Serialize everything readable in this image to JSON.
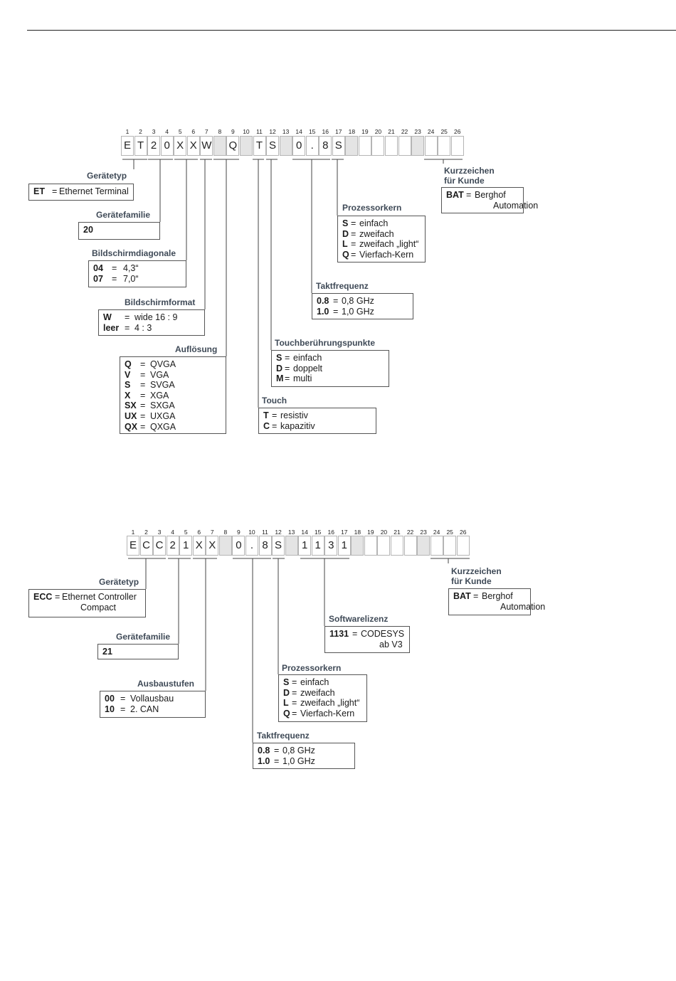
{
  "diagram1": {
    "codes": [
      "E",
      "T",
      "2",
      "0",
      "X",
      "X",
      "W",
      "",
      "Q",
      "",
      "T",
      "S",
      "",
      "0",
      ".",
      "8",
      "S",
      "",
      "",
      "",
      "",
      "",
      "",
      "",
      "",
      ""
    ],
    "boxes": {
      "geraetetyp": {
        "title": "Gerätetyp",
        "rows": [
          {
            "k": "ET",
            "eq": "=",
            "v": "Ethernet Terminal"
          }
        ]
      },
      "geraetefamilie": {
        "title": "Gerätefamilie",
        "rows": [
          {
            "k": "20",
            "eq": "",
            "v": ""
          }
        ]
      },
      "diagonale": {
        "title": "Bildschirmdiagonale",
        "rows": [
          {
            "k": "04",
            "eq": "=",
            "v": "4,3“"
          },
          {
            "k": "07",
            "eq": "=",
            "v": "7,0“"
          }
        ]
      },
      "format": {
        "title": "Bildschirmformat",
        "rows": [
          {
            "k": "W",
            "eq": "=",
            "v": "wide 16 : 9"
          },
          {
            "k": "leer",
            "eq": "=",
            "v": "4 : 3"
          }
        ]
      },
      "aufloesung": {
        "title": "Auflösung",
        "rows": [
          {
            "k": "Q",
            "eq": "=",
            "v": "QVGA"
          },
          {
            "k": "V",
            "eq": "=",
            "v": "VGA"
          },
          {
            "k": "S",
            "eq": "=",
            "v": "SVGA"
          },
          {
            "k": "X",
            "eq": "=",
            "v": "XGA"
          },
          {
            "k": "SX",
            "eq": "=",
            "v": "SXGA"
          },
          {
            "k": "UX",
            "eq": "=",
            "v": "UXGA"
          },
          {
            "k": "QX",
            "eq": "=",
            "v": "QXGA"
          }
        ]
      },
      "touch": {
        "title": "Touch",
        "rows": [
          {
            "k": "T",
            "eq": "=",
            "v": "resistiv"
          },
          {
            "k": "C",
            "eq": "=",
            "v": "kapazitiv"
          }
        ]
      },
      "touchpunkte": {
        "title": "Touchberührungspunkte",
        "rows": [
          {
            "k": "S",
            "eq": "=",
            "v": "einfach"
          },
          {
            "k": "D",
            "eq": "=",
            "v": "doppelt"
          },
          {
            "k": "M",
            "eq": "=",
            "v": "multi"
          }
        ]
      },
      "takt": {
        "title": "Taktfrequenz",
        "rows": [
          {
            "k": "0.8",
            "eq": "=",
            "v": "0,8 GHz"
          },
          {
            "k": "1.0",
            "eq": "=",
            "v": "1,0 GHz"
          }
        ]
      },
      "prozessor": {
        "title": "Prozessorkern",
        "rows": [
          {
            "k": "S",
            "eq": "=",
            "v": "einfach"
          },
          {
            "k": "D",
            "eq": "=",
            "v": "zweifach"
          },
          {
            "k": "L",
            "eq": "=",
            "v": "zweifach „light“"
          },
          {
            "k": "Q",
            "eq": "=",
            "v": "Vierfach-Kern"
          }
        ]
      },
      "kunde": {
        "title1": "Kurzzeichen",
        "title2": "für Kunde",
        "rows": [
          {
            "k": "BAT",
            "eq": "=",
            "v": "Berghof"
          },
          {
            "k": "",
            "eq": "",
            "v": "Automation"
          }
        ]
      }
    }
  },
  "diagram2": {
    "codes": [
      "E",
      "C",
      "C",
      "2",
      "1",
      "X",
      "X",
      "",
      "0",
      ".",
      "8",
      "S",
      "",
      "1",
      "1",
      "3",
      "1",
      "",
      "",
      "",
      "",
      "",
      "",
      "",
      "",
      ""
    ],
    "boxes": {
      "geraetetyp": {
        "title": "Gerätetyp",
        "rows": [
          {
            "k": "ECC",
            "eq": "=",
            "v": "Ethernet Controller"
          },
          {
            "k": "",
            "eq": "",
            "v": "Compact"
          }
        ]
      },
      "geraetefamilie": {
        "title": "Gerätefamilie",
        "rows": [
          {
            "k": "21",
            "eq": "",
            "v": ""
          }
        ]
      },
      "ausbau": {
        "title": "Ausbaustufen",
        "rows": [
          {
            "k": "00",
            "eq": "=",
            "v": "Vollausbau"
          },
          {
            "k": "10",
            "eq": "=",
            "v": "2. CAN"
          }
        ]
      },
      "takt": {
        "title": "Taktfrequenz",
        "rows": [
          {
            "k": "0.8",
            "eq": "=",
            "v": "0,8 GHz"
          },
          {
            "k": "1.0",
            "eq": "=",
            "v": "1,0 GHz"
          }
        ]
      },
      "prozessor": {
        "title": "Prozessorkern",
        "rows": [
          {
            "k": "S",
            "eq": "=",
            "v": "einfach"
          },
          {
            "k": "D",
            "eq": "=",
            "v": "zweifach"
          },
          {
            "k": "L",
            "eq": "=",
            "v": "zweifach „light“"
          },
          {
            "k": "Q",
            "eq": "=",
            "v": "Vierfach-Kern"
          }
        ]
      },
      "lizenz": {
        "title": "Softwarelizenz",
        "rows": [
          {
            "k": "1131",
            "eq": "=",
            "v": "CODESYS"
          },
          {
            "k": "",
            "eq": "",
            "v": "ab V3"
          }
        ]
      },
      "kunde": {
        "title1": "Kurzzeichen",
        "title2": "für Kunde",
        "rows": [
          {
            "k": "BAT",
            "eq": "=",
            "v": "Berghof"
          },
          {
            "k": "",
            "eq": "",
            "v": "Automation"
          }
        ]
      }
    }
  },
  "indices": [
    "1",
    "2",
    "3",
    "4",
    "5",
    "6",
    "7",
    "8",
    "9",
    "10",
    "11",
    "12",
    "13",
    "14",
    "15",
    "16",
    "17",
    "18",
    "19",
    "20",
    "21",
    "22",
    "23",
    "24",
    "25",
    "26"
  ]
}
